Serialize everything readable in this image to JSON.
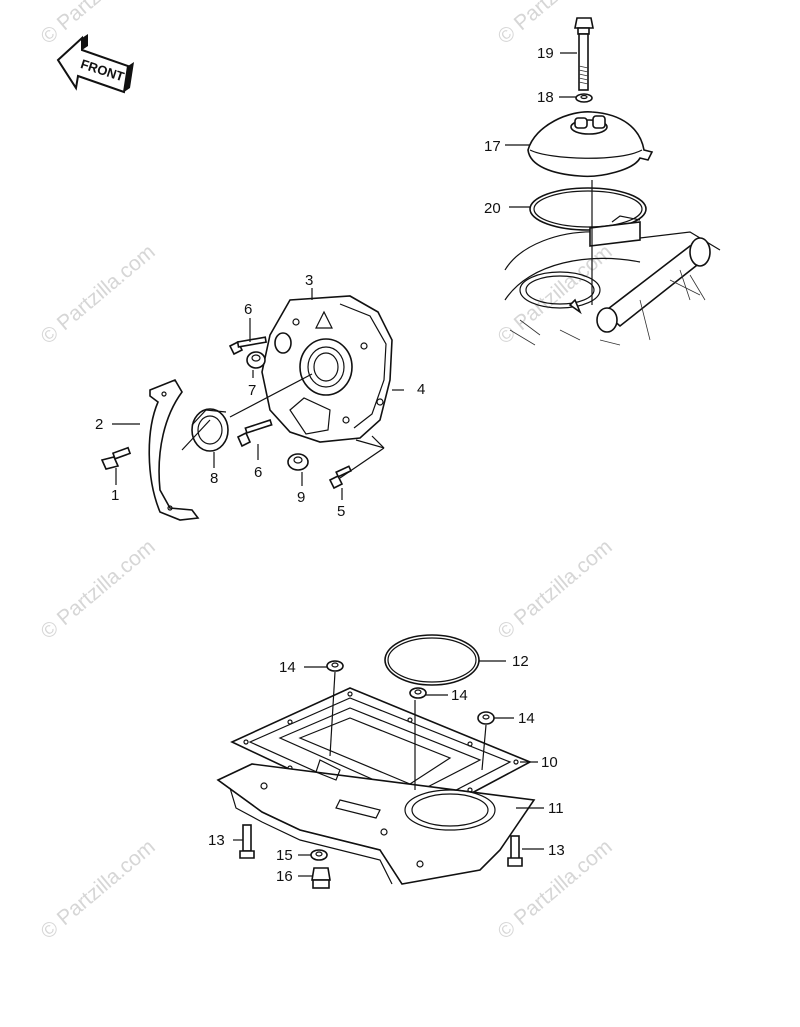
{
  "watermark": "© Partzilla.com",
  "front_arrow_label": "FRONT",
  "callouts": {
    "c1": "1",
    "c2": "2",
    "c3": "3",
    "c4": "4",
    "c5": "5",
    "c6a": "6",
    "c6b": "6",
    "c7": "7",
    "c8": "8",
    "c9": "9",
    "c10": "10",
    "c11": "11",
    "c12": "12",
    "c13a": "13",
    "c13b": "13",
    "c14a": "14",
    "c14b": "14",
    "c14c": "14",
    "c15": "15",
    "c16": "16",
    "c17": "17",
    "c18": "18",
    "c19": "19",
    "c20": "20"
  }
}
